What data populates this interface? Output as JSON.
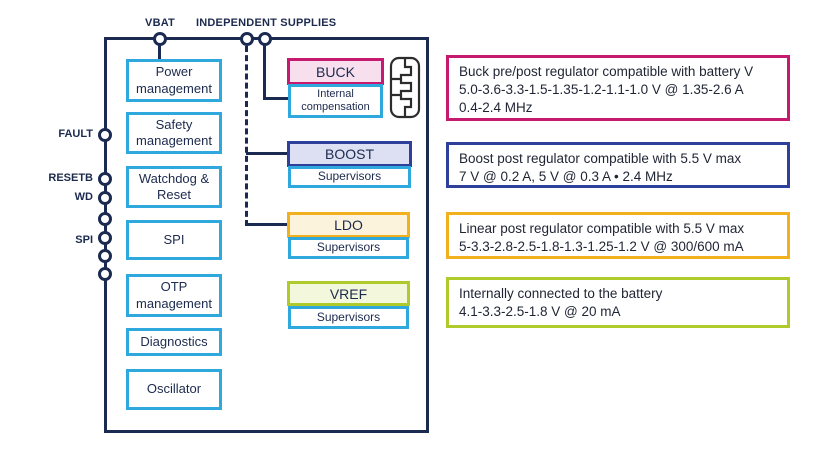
{
  "colors": {
    "outline_navy": "#1b2a50",
    "block_cyan": "#2fa8dd",
    "buck_magenta": "#c51a6f",
    "buck_fill": "#f7dfee",
    "boost_navy": "#2e4099",
    "boost_fill": "#dce0f2",
    "ldo_orange": "#f2b01e",
    "ldo_fill": "#fcf3dc",
    "vref_green": "#afca2b",
    "vref_fill": "#f3f7dc",
    "text": "#1c2a4e"
  },
  "diagram": {
    "top_pins": {
      "vbat_label": "VBAT",
      "independent_supplies_label": "INDEPENDENT SUPPLIES"
    },
    "left_pins": {
      "fault": "FAULT",
      "resetb": "RESETB",
      "wd": "WD",
      "spi": "SPI"
    },
    "left_blocks": [
      {
        "label": "Power\nmanagement"
      },
      {
        "label": "Safety\nmanagement"
      },
      {
        "label": "Watchdog &\nReset"
      },
      {
        "label": "SPI"
      },
      {
        "label": "OTP\nmanagement"
      },
      {
        "label": "Diagnostics"
      },
      {
        "label": "Oscillator"
      }
    ],
    "regulators": [
      {
        "title": "BUCK",
        "sub": "Internal\ncompensation",
        "accent": "#c51a6f"
      },
      {
        "title": "BOOST",
        "sub": "Supervisors",
        "accent": "#2e4099"
      },
      {
        "title": "LDO",
        "sub": "Supervisors",
        "accent": "#f2b01e"
      },
      {
        "title": "VREF",
        "sub": "Supervisors",
        "accent": "#afca2b"
      }
    ],
    "icons": [
      {
        "name": "power-stage-mosfet-icon"
      }
    ]
  },
  "info_boxes": [
    {
      "accent": "#c51a6f",
      "text": "Buck pre/post regulator compatible with battery V\n5.0-3.6-3.3-1.5-1.35-1.2-1.1-1.0 V @ 1.35-2.6 A\n0.4-2.4 MHz"
    },
    {
      "accent": "#2e4099",
      "text": "Boost post regulator compatible with 5.5 V max\n7 V @ 0.2 A, 5 V @ 0.3 A • 2.4 MHz"
    },
    {
      "accent": "#f2b01e",
      "text": "Linear post regulator compatible with 5.5 V max\n5-3.3-2.8-2.5-1.8-1.3-1.25-1.2 V @ 300/600 mA"
    },
    {
      "accent": "#afca2b",
      "text": "Internally connected to the battery\n4.1-3.3-2.5-1.8 V @ 20 mA"
    }
  ]
}
